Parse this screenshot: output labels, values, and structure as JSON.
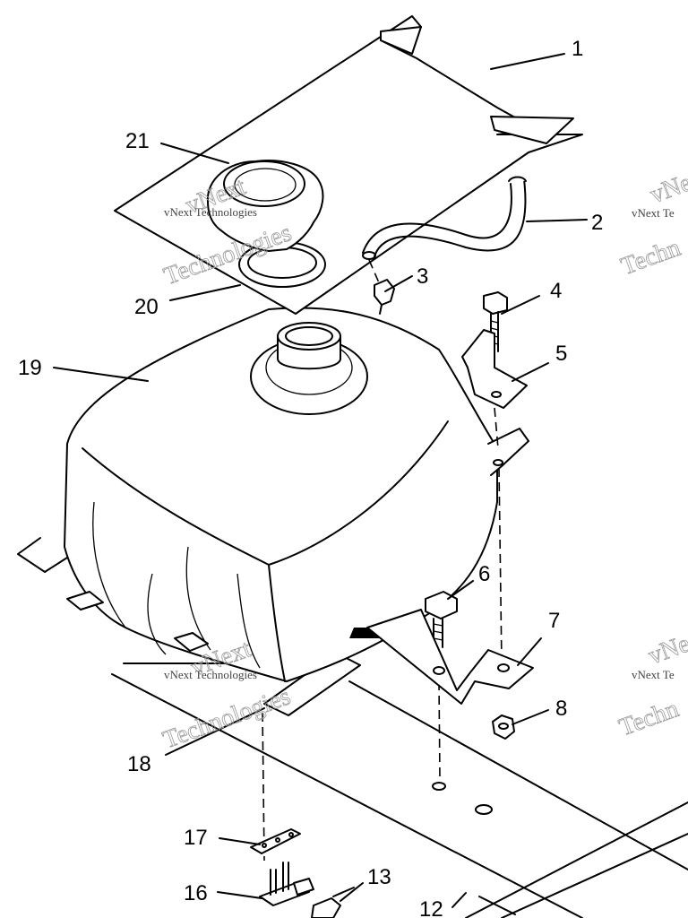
{
  "labels": {
    "p1": "1",
    "p2": "2",
    "p3": "3",
    "p4": "4",
    "p5": "5",
    "p6": "6",
    "p7": "7",
    "p8": "8",
    "p12": "12",
    "p13": "13",
    "p16": "16",
    "p17": "17",
    "p18": "18",
    "p19": "19",
    "p20": "20",
    "p21": "21"
  },
  "watermark": {
    "line1": "vNext",
    "line2": "Technologies",
    "small": "vNext Technologies",
    "small_cut": "vNext Te",
    "big_cut": "Techn",
    "top_cut": "vNe"
  }
}
